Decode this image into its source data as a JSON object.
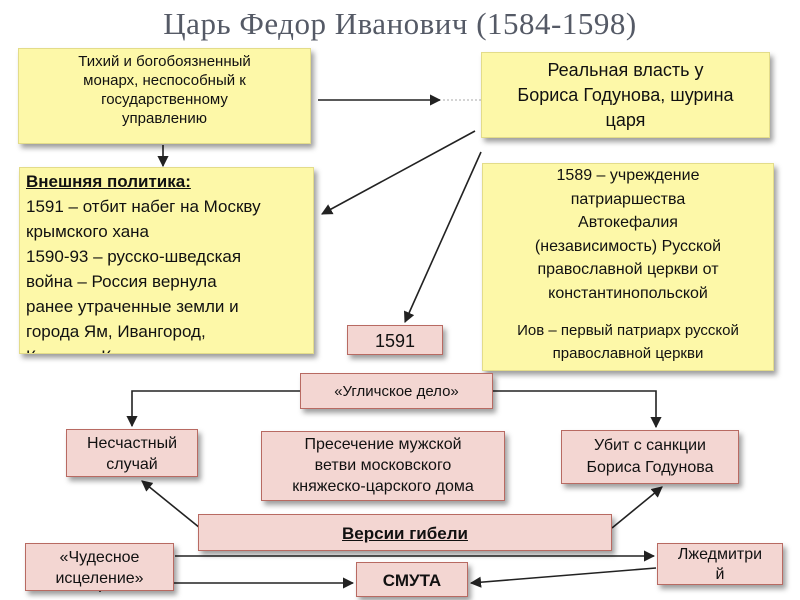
{
  "title": "Царь Федор Иванович (1584-1598)",
  "boxes": {
    "monarch": {
      "lines": [
        "Тихий и богобоязненный",
        "монарх, неспособный к",
        "государственному",
        "управлению"
      ]
    },
    "power": {
      "lines": [
        "Реальная власть у",
        "Бориса Годунова, шурина",
        "царя"
      ]
    },
    "foreign": {
      "heading": "Внешняя политика:",
      "lines": [
        "1591 – отбит набег на Москву",
        "крымского хана",
        "1590-93 – русско-шведская",
        "война – Россия вернула",
        "ранее утраченные земли и",
        "города Ям, Ивангород,",
        "Копорье, Корела"
      ]
    },
    "patriarchate": {
      "lines": [
        "1589 – учреждение",
        "патриаршества",
        "Автокефалия",
        "(независимость) Русской",
        "православной церкви от",
        "константинопольской"
      ],
      "note_lines": [
        "Иов – первый патриарх русской",
        "православной церкви"
      ]
    },
    "year_1591": "1591",
    "uglich": "«Угличское дело»",
    "accident": {
      "lines": [
        "Несчастный",
        "случай"
      ]
    },
    "dynasty_end": {
      "lines": [
        "Пресечение мужской",
        "ветви московского",
        "княжеско-царского дома"
      ]
    },
    "killed": {
      "lines": [
        "Убит с санкции",
        "Бориса Годунова"
      ]
    },
    "versions": "Версии гибели",
    "healing": {
      "lines": [
        "«Чудесное",
        "исцеление»"
      ]
    },
    "false_dmitry": {
      "lines": [
        "Лжедмитри",
        "й"
      ]
    },
    "smuta": "СМУТА"
  },
  "colors": {
    "yellow_box": "#fdf8a8",
    "pink_box": "#f3d6d2",
    "pink_border": "#b86a62",
    "title": "#555a66",
    "arrow": "#222222"
  }
}
